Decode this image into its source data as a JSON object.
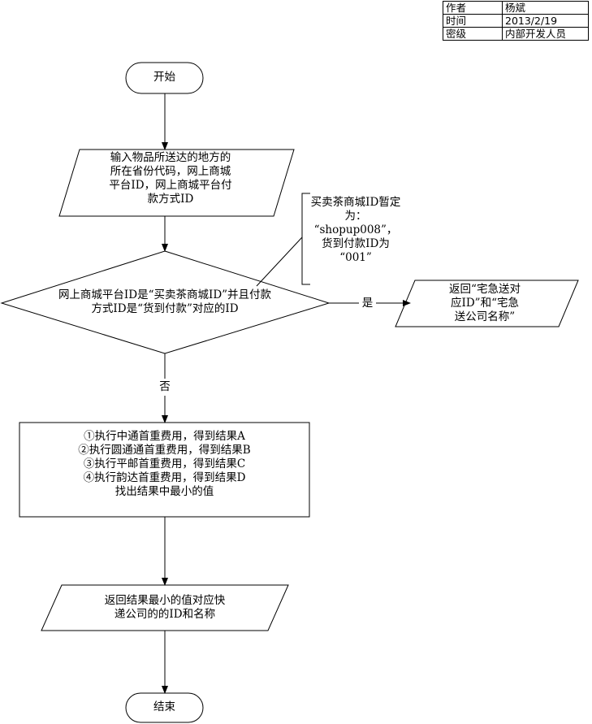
{
  "meta": {
    "rows": [
      {
        "key": "作者",
        "value": "杨斌"
      },
      {
        "key": "时间",
        "value": "2013/2/19"
      },
      {
        "key": "密级",
        "value": "内部开发人员"
      }
    ]
  },
  "flow": {
    "start": "开始",
    "input": [
      "输入物品所送达的地方的",
      "所在省份代码，网上商城",
      "平台ID，网上商城平台付",
      "款方式ID"
    ],
    "decision": [
      "网上商城平台ID是“买卖茶商城ID”并且付款",
      "方式ID是“货到付款”对应的ID"
    ],
    "note": [
      "买卖茶商城ID暂定",
      "为：",
      "“shopup008”，",
      "货到付款ID为",
      "“001”"
    ],
    "yes_label": "是",
    "yes_output": [
      "返回“宅急送对",
      "应ID”和“宅急",
      "送公司名称”"
    ],
    "no_label": "否",
    "process": [
      "①执行中通首重费用，得到结果A",
      "②执行圆通通首重费用，得到结果B",
      "③执行平邮首重费用，得到结果C",
      "④执行韵达首重费用，得到结果D",
      "找出结果中最小的值"
    ],
    "output": [
      "返回结果最小的值对应快",
      "递公司的的ID和名称"
    ],
    "end": "结束"
  }
}
